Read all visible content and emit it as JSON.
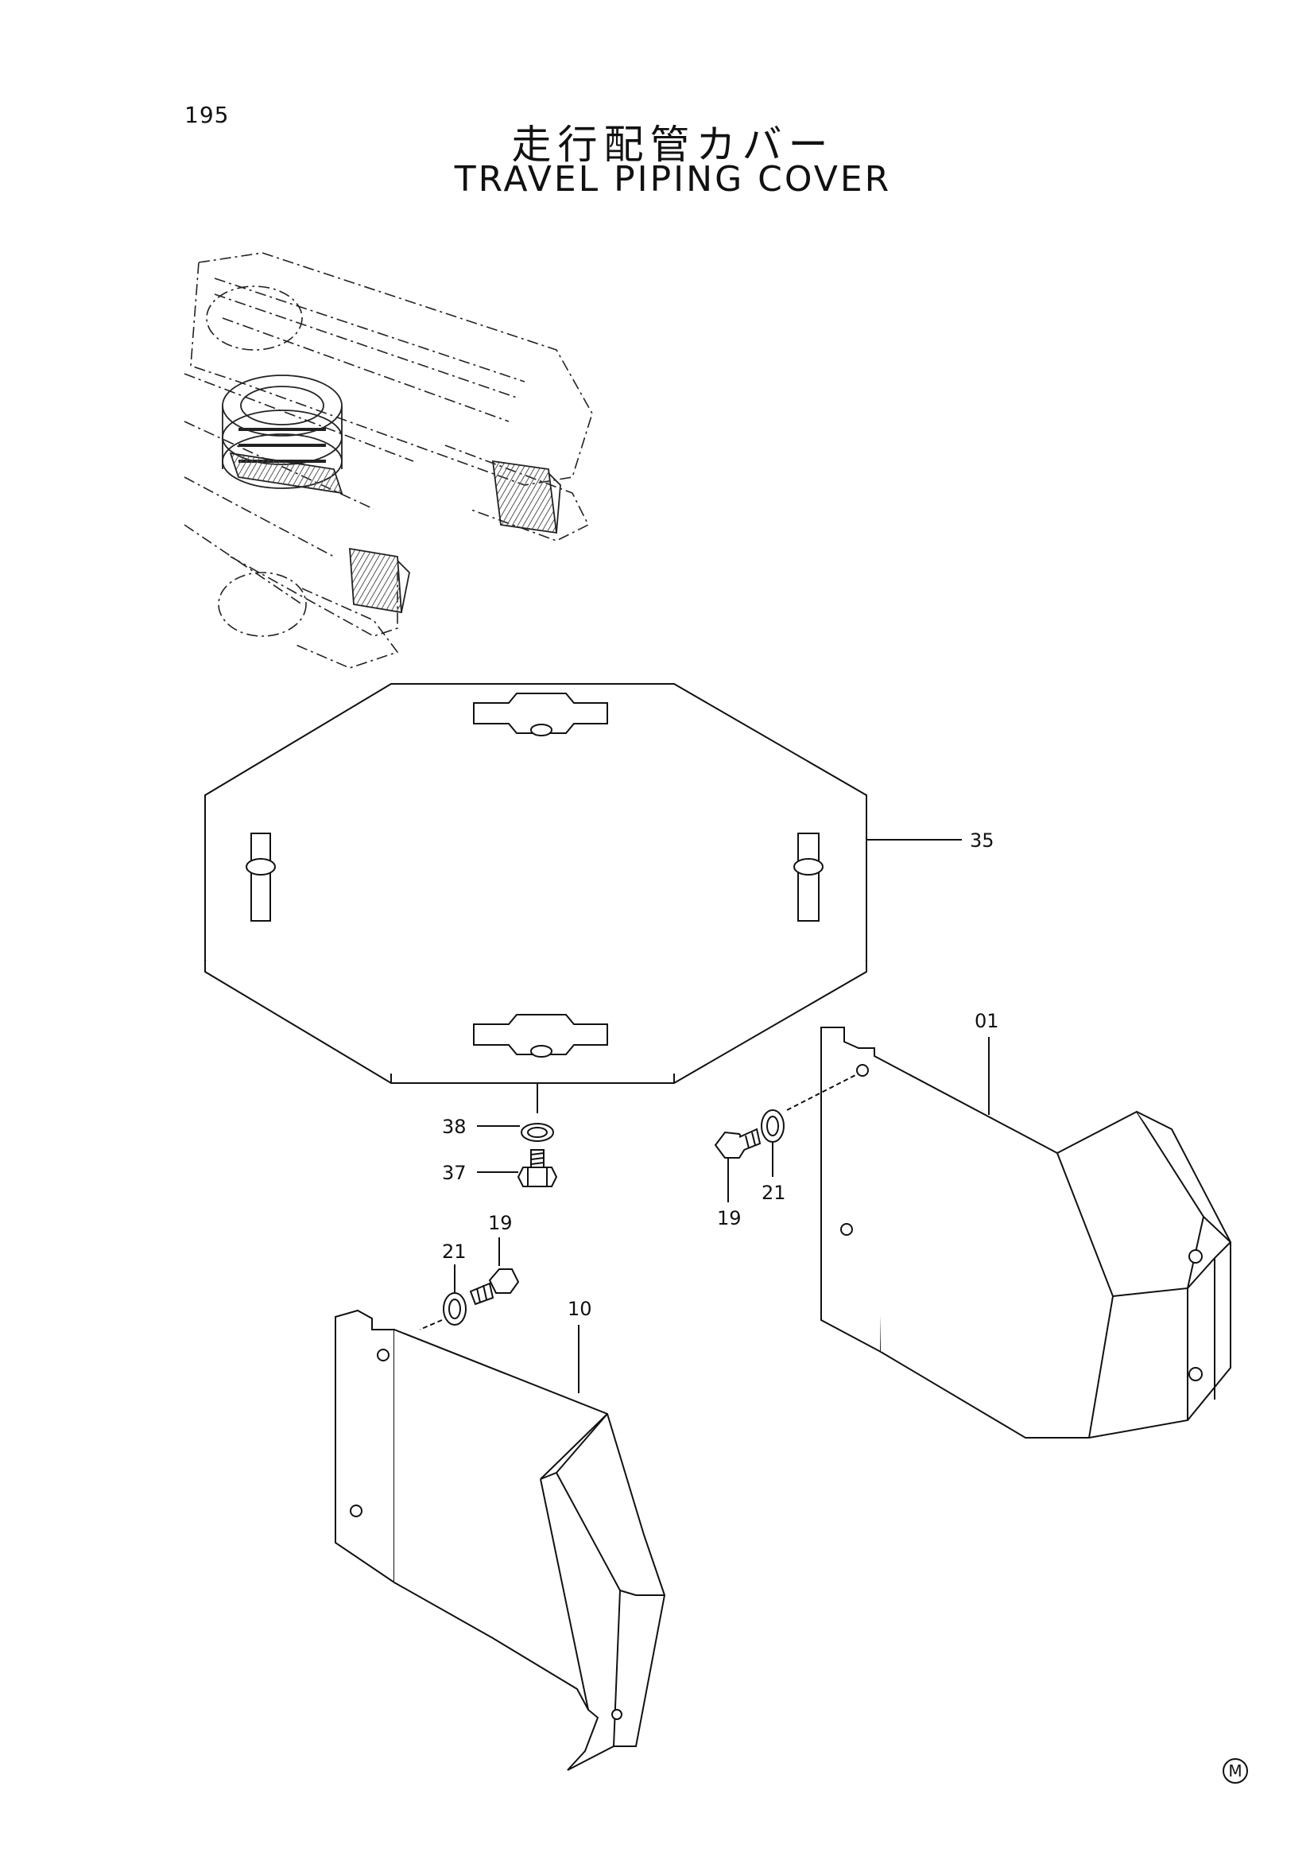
{
  "header": {
    "page_number": "195",
    "title_jp": "走行配管カバー",
    "title_en": "TRAVEL PIPING COVER"
  },
  "callouts": {
    "c35": "35",
    "c01": "01",
    "c38": "38",
    "c37": "37",
    "c19_right": "19",
    "c21_right": "21",
    "c19_left": "19",
    "c21_left": "21",
    "c10": "10"
  },
  "footer": {
    "mark": "M"
  },
  "colors": {
    "line": "#111111",
    "hatch": "#555555",
    "background": "#ffffff"
  }
}
